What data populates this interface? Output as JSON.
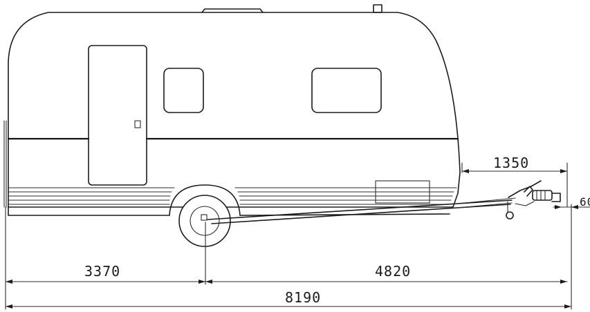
{
  "dimensions": {
    "rear_to_axle": "3370",
    "axle_to_coupling": "4820",
    "overall_length": "8190",
    "drawbar_length": "1350",
    "coupling_extension": "60"
  }
}
